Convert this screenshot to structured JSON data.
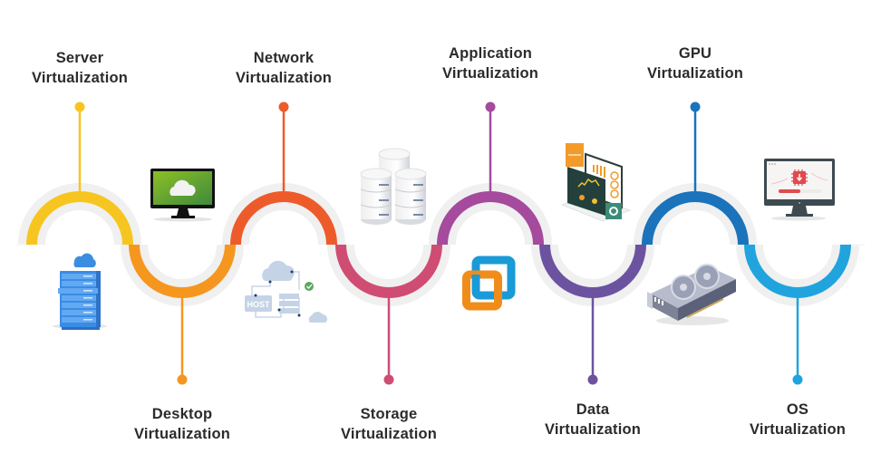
{
  "diagram": {
    "type": "timeline-wave",
    "items": [
      {
        "id": "server",
        "line1": "Server",
        "line2": "Virtualization",
        "color": "#F7C520",
        "position": "top",
        "icon": "server-rack-cloud-icon"
      },
      {
        "id": "desktop",
        "line1": "Desktop",
        "line2": "Virtualization",
        "color": "#F5961F",
        "position": "bottom",
        "icon": "desktop-monitor-cloud-icon"
      },
      {
        "id": "network",
        "line1": "Network",
        "line2": "Virtualization",
        "color": "#EE5B2A",
        "position": "top",
        "icon": "network-host-cloud-icon",
        "icon_text": "HOST"
      },
      {
        "id": "storage",
        "line1": "Storage",
        "line2": "Virtualization",
        "color": "#CF4C72",
        "position": "bottom",
        "icon": "database-stack-icon"
      },
      {
        "id": "application",
        "line1": "Application",
        "line2": "Virtualization",
        "color": "#A54A9D",
        "position": "top",
        "icon": "overlapping-squares-app-icon"
      },
      {
        "id": "data",
        "line1": "Data",
        "line2": "Virtualization",
        "color": "#6C53A0",
        "position": "bottom",
        "icon": "dashboard-laptop-icon"
      },
      {
        "id": "gpu",
        "line1": "GPU",
        "line2": "Virtualization",
        "color": "#1A73BB",
        "position": "top",
        "icon": "graphics-card-icon"
      },
      {
        "id": "os",
        "line1": "OS",
        "line2": "Virtualization",
        "color": "#21A4DD",
        "position": "bottom",
        "icon": "os-monitor-chip-icon"
      }
    ],
    "halo_color": "#F0F0F0",
    "text_color": "#2B2B2B"
  }
}
